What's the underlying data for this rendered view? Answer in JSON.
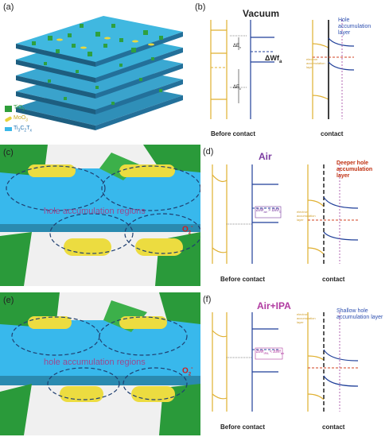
{
  "panels": {
    "a": "(a)",
    "b": "(b)",
    "c": "(c)",
    "d": "(d)",
    "e": "(e)",
    "f": "(f)"
  },
  "legend": {
    "tio2": "TiO",
    "tio2_sub": "2",
    "moo3": "MoO",
    "moo3_sub": "3",
    "mxene": "Ti",
    "mxene_sub1": "3",
    "mxene_mid": "C",
    "mxene_sub2": "2",
    "mxene_end": "T",
    "mxene_sub3": "x"
  },
  "b": {
    "title": "Vacuum",
    "delta_ev": "ΔE",
    "delta_ev_sub": "v",
    "delta_wf": "ΔWf",
    "delta_wf_sub": "a",
    "delta_ec": "ΔE",
    "delta_ec_sub": "c",
    "hole_label": "Hole accumulation layer",
    "electron_label": "electron accumulation layer",
    "before": "Before contact",
    "contact": "contact"
  },
  "c": {
    "region": "hole accumulation regions"
  },
  "d": {
    "title": "Air",
    "o2": "O",
    "o2_sub": "2",
    "o2_sup": "-",
    "wf": "ΔWf",
    "wf_sub1": "air",
    "wf_cmp": " > ΔWf",
    "wf_sub2": "0",
    "hole_label": "Deeper hole accumulation layer",
    "electron_label": "electron accumulation layer",
    "before": "Before contact",
    "contact": "contact"
  },
  "e": {
    "region": "hole accumulation regions"
  },
  "f": {
    "title": "Air+IPA",
    "o2": "O",
    "o2_sub": "2",
    "o2_sup": "-",
    "wf": "ΔWf",
    "wf_sub1": "IPA",
    "wf_cmp": " < ΔWf",
    "wf_sub2": "air",
    "hole_label": "Shallow hole accumulation layer",
    "electron_label": "electron accumulation layer",
    "before": "Before contact",
    "contact": "contact"
  },
  "colors": {
    "tio2": "#2e9e3a",
    "moo3": "#e6d23a",
    "mxene": "#3ab8e8",
    "band_left": "#e0b030",
    "band_right": "#1f3f99",
    "fermi": "#d04020",
    "hole": "#2d4fb0",
    "title_air": "#7a3aa0",
    "title_ipa": "#b03aa0",
    "o2": "#d02020",
    "deeper": "#c03010"
  }
}
